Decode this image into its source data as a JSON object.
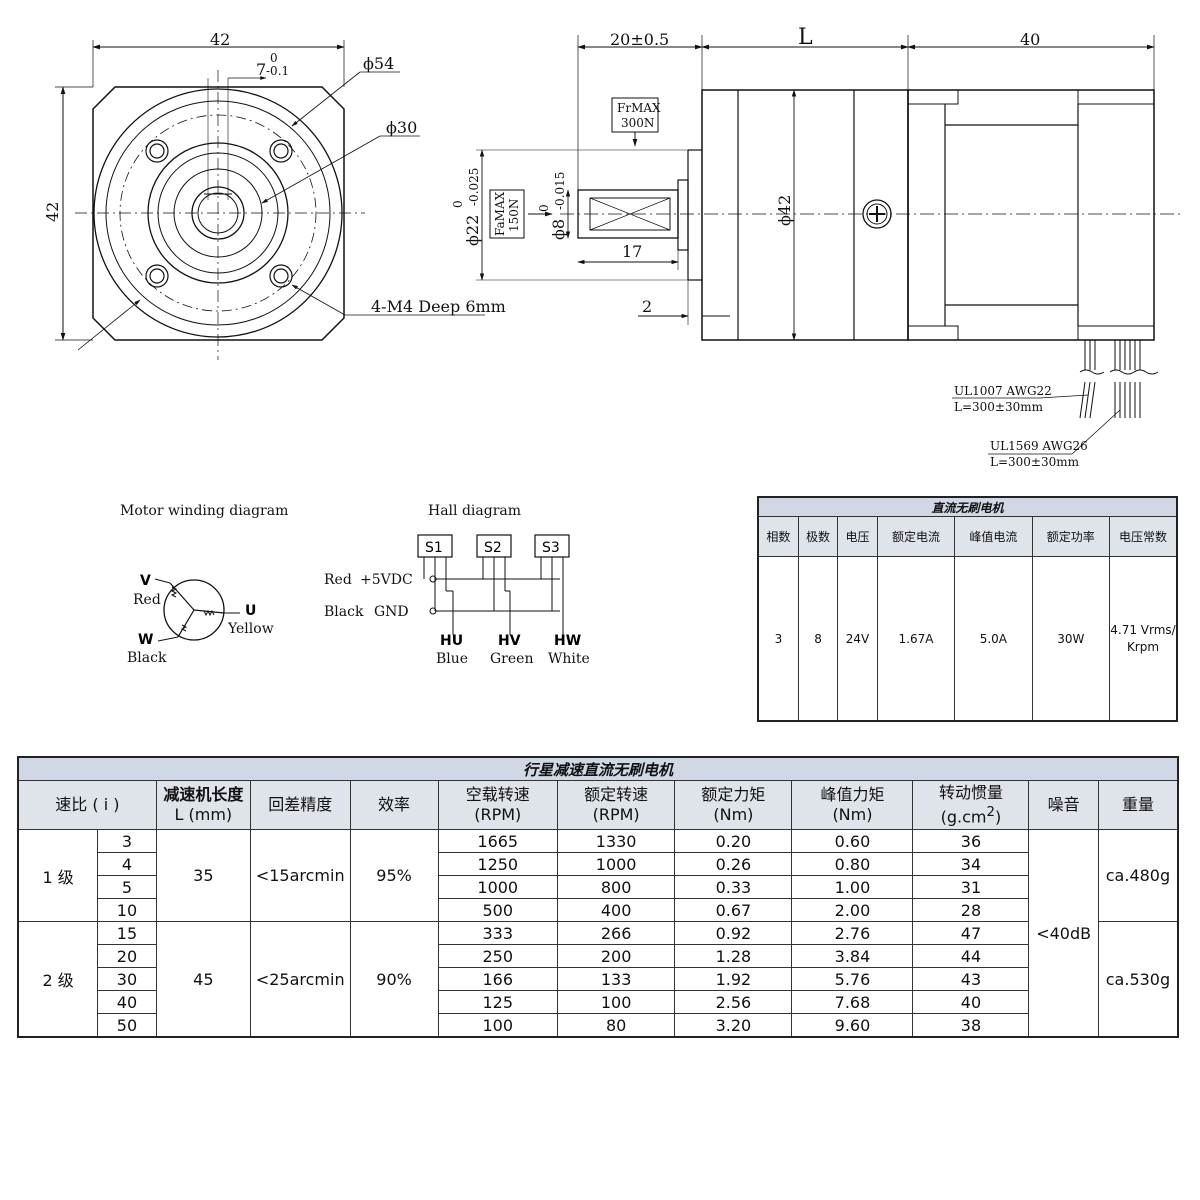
{
  "front_view": {
    "dim_width": "42",
    "dim_height": "42",
    "dim_key": "7",
    "dim_key_tol_upper": "0",
    "dim_key_tol_lower": "-0.1",
    "dim_phi54": "ϕ54",
    "dim_phi30": "ϕ30",
    "hole_note": "4-M4 Deep 6mm"
  },
  "side_view": {
    "dim_shaft_len": "20±0.5",
    "dim_L": "L",
    "dim_motor_len": "40",
    "frmax_label": "FrMAX",
    "frmax_value": "300N",
    "famax_label": "FaMAX",
    "famax_value": "150N",
    "dim_phi22": "ϕ22",
    "dim_phi22_tol_upper": "0",
    "dim_phi22_tol_lower": "-0.025",
    "dim_phi8": "ϕ8",
    "dim_phi8_tol_upper": "0",
    "dim_phi8_tol_lower": "-0.015",
    "dim_key_len": "17",
    "dim_flange": "2",
    "dim_phi42": "ϕ42",
    "cable1_spec": "UL1007 AWG22",
    "cable1_len": "L=300±30mm",
    "cable2_spec": "UL1569 AWG26",
    "cable2_len": "L=300±30mm"
  },
  "winding": {
    "title": "Motor winding diagram",
    "v_label": "V",
    "v_color": "Red",
    "u_label": "U",
    "u_color": "Yellow",
    "w_label": "W",
    "w_color": "Black"
  },
  "hall": {
    "title": "Hall diagram",
    "s1": "S1",
    "s2": "S2",
    "s3": "S3",
    "red_label": "Red",
    "vdc_label": "+5VDC",
    "black_label": "Black",
    "gnd_label": "GND",
    "hu": "HU",
    "hv": "HV",
    "hw": "HW",
    "hu_color": "Blue",
    "hv_color": "Green",
    "hw_color": "White"
  },
  "motor_table": {
    "title": "直流无刷电机",
    "headers": [
      "相数",
      "极数",
      "电压",
      "额定电流",
      "峰值电流",
      "额定功率",
      "电压常数"
    ],
    "values": [
      "3",
      "8",
      "24V",
      "1.67A",
      "5.0A",
      "30W",
      "4.71 Vrms/Krpm"
    ]
  },
  "gear_table": {
    "title": "行星减速直流无刷电机",
    "headers": {
      "ratio": "速比 ( i )",
      "length_line1": "减速机长度",
      "length_line2": "L (mm)",
      "backlash": "回差精度",
      "efficiency": "效率",
      "noload_line1": "空载转速",
      "noload_line2": "(RPM)",
      "rated_speed_line1": "额定转速",
      "rated_speed_line2": "(RPM)",
      "rated_torque_line1": "额定力矩",
      "rated_torque_line2": "(Nm)",
      "peak_torque_line1": "峰值力矩",
      "peak_torque_line2": "(Nm)",
      "inertia_line1": "转动惯量",
      "inertia_line2": "(g.cm",
      "inertia_sup": "2",
      "inertia_close": ")",
      "noise": "噪音",
      "weight": "重量"
    },
    "stage1": {
      "label": "1 级",
      "length": "35",
      "backlash": "<15arcmin",
      "efficiency": "95%",
      "weight": "ca.480g"
    },
    "stage2": {
      "label": "2 级",
      "length": "45",
      "backlash": "<25arcmin",
      "efficiency": "90%",
      "weight": "ca.530g"
    },
    "noise": "<40dB",
    "rows": [
      {
        "ratio": "3",
        "noload": "1665",
        "rated": "1330",
        "rtorque": "0.20",
        "ptorque": "0.60",
        "inertia": "36"
      },
      {
        "ratio": "4",
        "noload": "1250",
        "rated": "1000",
        "rtorque": "0.26",
        "ptorque": "0.80",
        "inertia": "34"
      },
      {
        "ratio": "5",
        "noload": "1000",
        "rated": "800",
        "rtorque": "0.33",
        "ptorque": "1.00",
        "inertia": "31"
      },
      {
        "ratio": "10",
        "noload": "500",
        "rated": "400",
        "rtorque": "0.67",
        "ptorque": "2.00",
        "inertia": "28"
      },
      {
        "ratio": "15",
        "noload": "333",
        "rated": "266",
        "rtorque": "0.92",
        "ptorque": "2.76",
        "inertia": "47"
      },
      {
        "ratio": "20",
        "noload": "250",
        "rated": "200",
        "rtorque": "1.28",
        "ptorque": "3.84",
        "inertia": "44"
      },
      {
        "ratio": "30",
        "noload": "166",
        "rated": "133",
        "rtorque": "1.92",
        "ptorque": "5.76",
        "inertia": "43"
      },
      {
        "ratio": "40",
        "noload": "125",
        "rated": "100",
        "rtorque": "2.56",
        "ptorque": "7.68",
        "inertia": "40"
      },
      {
        "ratio": "50",
        "noload": "100",
        "rated": "80",
        "rtorque": "3.20",
        "ptorque": "9.60",
        "inertia": "38"
      }
    ]
  }
}
